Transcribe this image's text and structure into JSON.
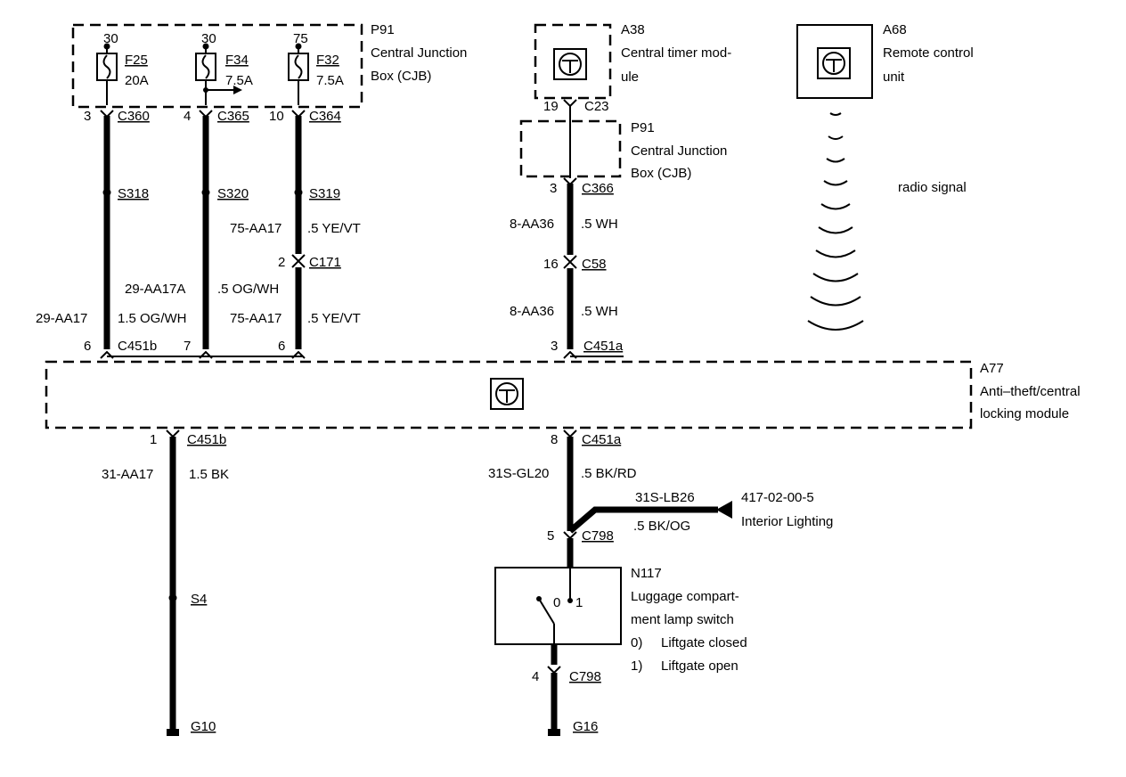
{
  "cjb_top": {
    "id": "P91",
    "line1": "Central Junction",
    "line2": "Box (CJB)"
  },
  "cjb_mid": {
    "id": "P91",
    "line1": "Central Junction",
    "line2": "Box (CJB)"
  },
  "timer": {
    "id": "A38",
    "line1": "Central timer mod-",
    "line2": "ule"
  },
  "remote": {
    "id": "A68",
    "line1": "Remote control",
    "line2": "unit"
  },
  "radio_label": "radio signal",
  "module": {
    "id": "A77",
    "line1": "Anti–theft/central",
    "line2": "locking module"
  },
  "fuses": [
    {
      "supply": "30",
      "name": "F25",
      "rating": "20A",
      "pin": "3",
      "connector": "C360",
      "splice": "S318"
    },
    {
      "supply": "30",
      "name": "F34",
      "rating": "7.5A",
      "pin": "4",
      "connector": "C365",
      "splice": "S320"
    },
    {
      "supply": "75",
      "name": "F32",
      "rating": "7.5A",
      "pin": "10",
      "connector": "C364",
      "splice": "S319"
    }
  ],
  "timer_conn": {
    "pin": "19",
    "connector": "C23"
  },
  "c366": {
    "pin": "3",
    "connector": "C366"
  },
  "c58": {
    "pin": "16",
    "connector": "C58"
  },
  "c171": {
    "pin": "2",
    "connector": "C171"
  },
  "wires": {
    "w1_code": "29-AA17",
    "w1_spec": "1.5 OG/WH",
    "w2_code": "29-AA17A",
    "w2_spec": ".5 OG/WH",
    "w3a_code": "75-AA17",
    "w3a_spec": ".5 YE/VT",
    "w3b_code": "75-AA17",
    "w3b_spec": ".5 YE/VT",
    "w4a_code": "8-AA36",
    "w4a_spec": ".5 WH",
    "w4b_code": "8-AA36",
    "w4b_spec": ".5 WH",
    "w5_code": "31-AA17",
    "w5_spec": "1.5 BK",
    "w6_code": "31S-GL20",
    "w6_spec": ".5 BK/RD",
    "w7_code": "31S-LB26",
    "w7_spec": ".5 BK/OG"
  },
  "module_inputs": {
    "in1_pin": "6",
    "in1_conn": "C451b",
    "in2_pin": "7",
    "in3_pin": "6",
    "in4_pin": "3",
    "in4_conn": "C451a"
  },
  "module_outputs": {
    "out1_pin": "1",
    "out1_conn": "C451b",
    "out2_pin": "8",
    "out2_conn": "C451a"
  },
  "ground_left": {
    "splice": "S4",
    "ground": "G10"
  },
  "ref": {
    "code": "417-02-00-5",
    "label": "Interior Lighting"
  },
  "c798_top": {
    "pin": "5",
    "connector": "C798"
  },
  "switch": {
    "id": "N117",
    "line1": "Luggage compart-",
    "line2": "ment lamp switch",
    "pos0": "0",
    "pos1": "1",
    "state0_key": "0)",
    "state0": "Liftgate closed",
    "state1_key": "1)",
    "state1": "Liftgate open"
  },
  "c798_bot": {
    "pin": "4",
    "connector": "C798"
  },
  "ground_right": {
    "ground": "G16"
  }
}
